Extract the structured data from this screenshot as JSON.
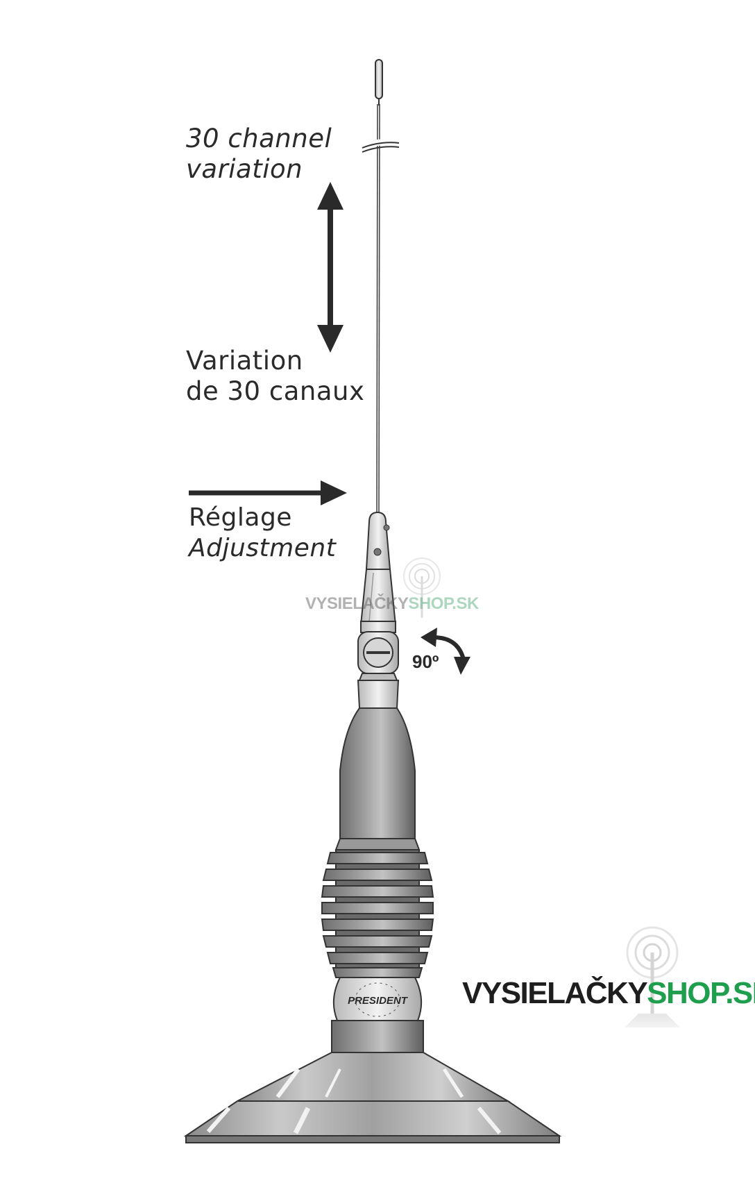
{
  "labels": {
    "en_channel_line1": "30 channel",
    "en_channel_line2": "variation",
    "fr_channel_line1": "Variation",
    "fr_channel_line2": "de 30 canaux",
    "adjust_fr": "Réglage",
    "adjust_en": "Adjustment",
    "tilt": "90º"
  },
  "badge_text": "PRESIDENT",
  "watermark": {
    "part1": "VYSIELAČKY",
    "part2": "SHOP.SK",
    "color_dark": "#1e1e1e",
    "color_green": "#1f9e4e"
  },
  "icons": [
    "arrow-double-vertical-icon",
    "arrow-right-icon",
    "curved-rotate-arrow-icon",
    "antenna-watermark-icon"
  ]
}
